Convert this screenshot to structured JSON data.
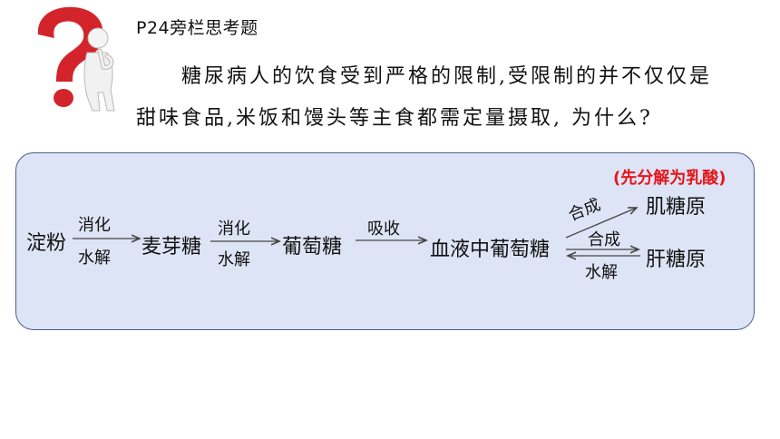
{
  "heading": "P24旁栏思考题",
  "paragraph": {
    "line1": "糖尿病人的饮食受到严格的限制,受限制的并不仅仅是",
    "line2": "甜味食品,米饭和馒头等主食都需定量摄取,  为什么?"
  },
  "diagram": {
    "starch": "淀粉",
    "step1_top": "消化",
    "step1_bottom": "水解",
    "maltose": "麦芽糖",
    "step2_top": "消化",
    "step2_bottom": "水解",
    "glucose": "葡萄糖",
    "step3_top": "吸收",
    "blood_glucose": "血液中葡萄糖",
    "synth_upper": "合成",
    "muscle_glycogen": "肌糖原",
    "note": "(先分解为乳酸)",
    "synth_lower": "合成",
    "hydrolysis": "水解",
    "liver_glycogen": "肝糖原"
  },
  "colors": {
    "panel_fill": "#dde4f5",
    "panel_border": "#4a5f8f",
    "note": "#e4161b",
    "question_mark": "#d3242b"
  }
}
